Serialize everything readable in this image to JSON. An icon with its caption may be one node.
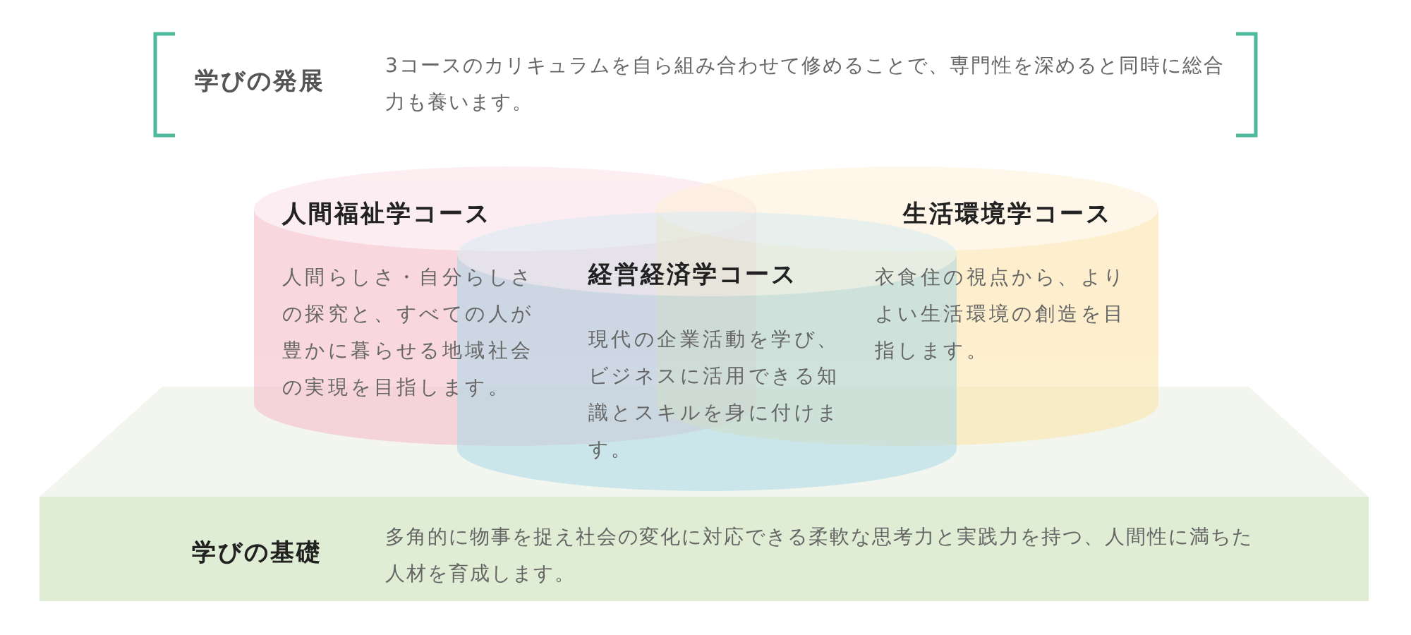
{
  "diagram": {
    "nodes": [
      {
        "text": [
          "学びの発展",
          "3コースのカリキュラムを自ら組み合わせて修めることで、専門性を深めると同時に総合力も養います。"
        ]
      },
      {
        "text": [
          "人間福祉学コース",
          "人間らしさ・自分らしさの探究と、すべての人が豊かに暮らせる地域社会の実現を目指します。"
        ]
      },
      {
        "text": [
          "生活環境学コース",
          "衣食住の視点から、よりよい生活環境の創造を目指します。"
        ]
      },
      {
        "text": [
          "経営経済学コース",
          "現代の企業活動を学び、ビジネスに活用できる知識とスキルを身に付けます。"
        ]
      },
      {
        "text": [
          "学びの基礎",
          "多角的に物事を捉え社会の変化に対応できる柔軟な思考力と実践力を持つ、人間性に満ちた人材を育成します。"
        ]
      }
    ]
  }
}
